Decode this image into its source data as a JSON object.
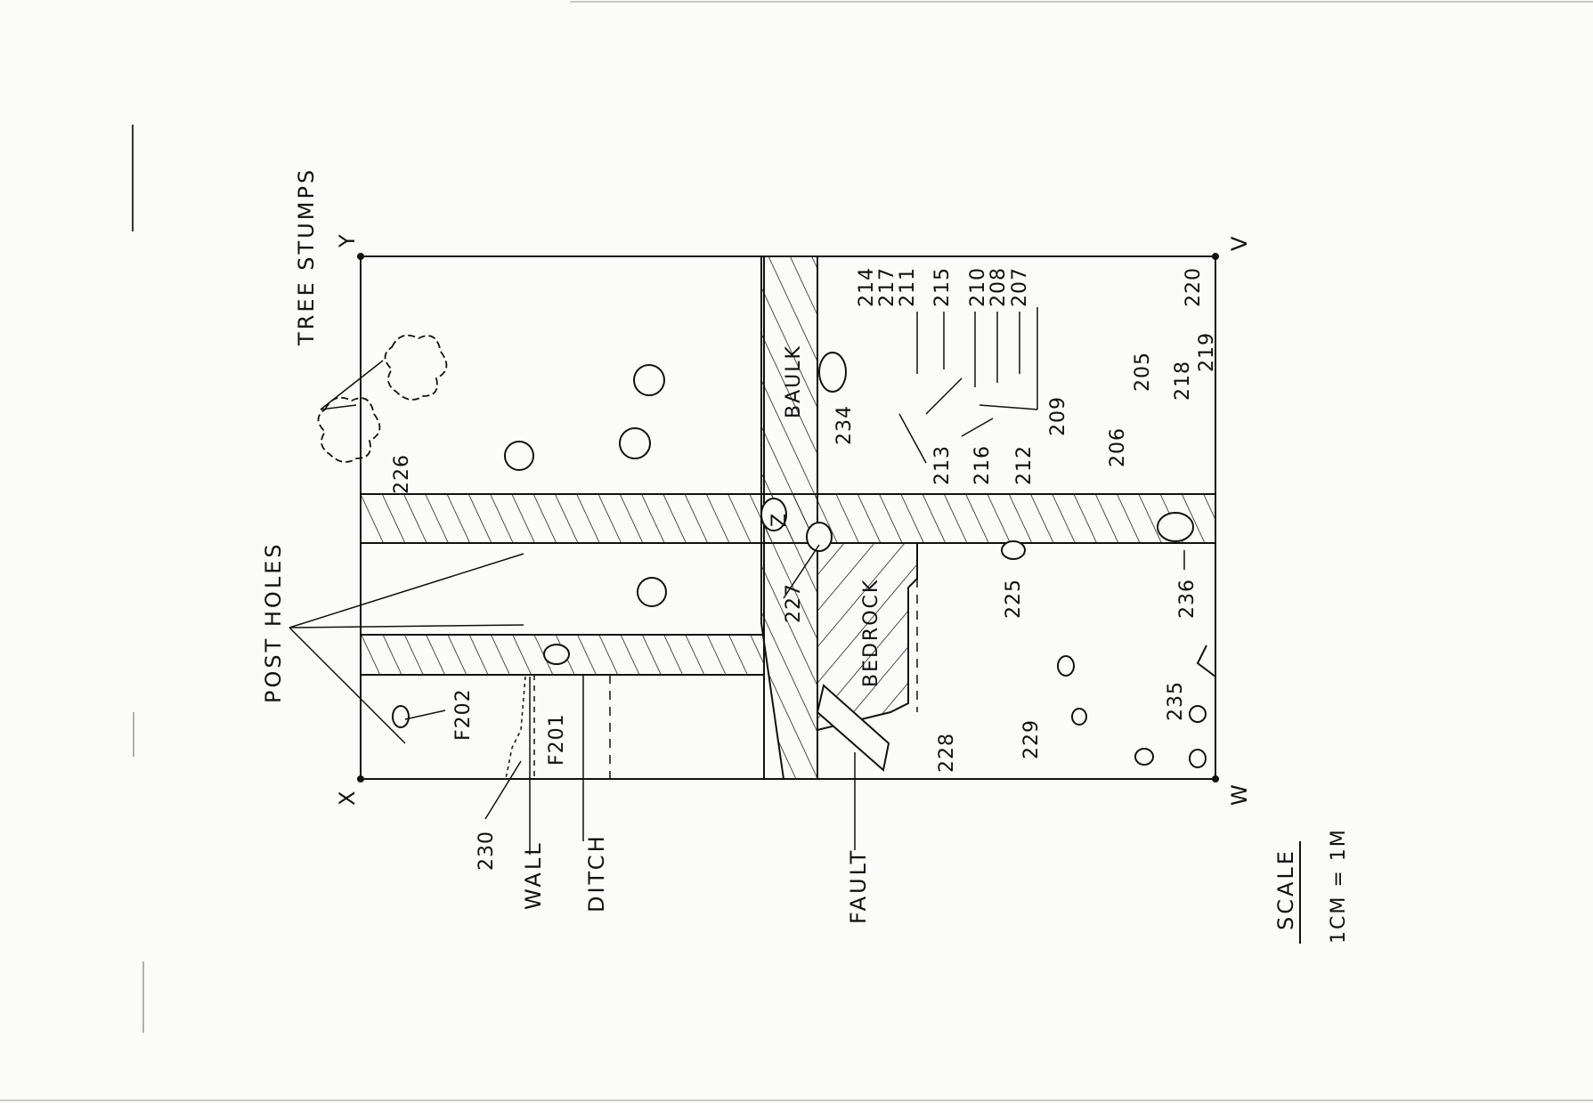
{
  "corners": {
    "x": "X",
    "y": "Y",
    "v": "V",
    "w": "W"
  },
  "labels": {
    "tree_stumps": "TREE  STUMPS",
    "post_holes": "POST HOLES",
    "baulk": "BAULK",
    "bedrock": "BEDROCK",
    "wall": "WALL",
    "ditch": "DITCH",
    "fault": "FAULT",
    "scale_title": "SCALE",
    "scale_value": "1CM = 1M"
  },
  "features": {
    "f202": "F202",
    "f201": "F201",
    "n226": "226",
    "n227": "227",
    "n225": "225",
    "n236": "236",
    "n235": "235",
    "n230": "230",
    "n228": "228",
    "n229": "229",
    "n234": "234",
    "n206": "206",
    "n205": "205",
    "n218": "218",
    "n219": "219",
    "n220": "220",
    "n213": "213",
    "n216": "216",
    "n212": "212",
    "n209": "209",
    "n214": "214",
    "n217": "217",
    "n211": "211",
    "n215": "215",
    "n210": "210",
    "n208": "208",
    "n207": "207",
    "z": "Z"
  }
}
